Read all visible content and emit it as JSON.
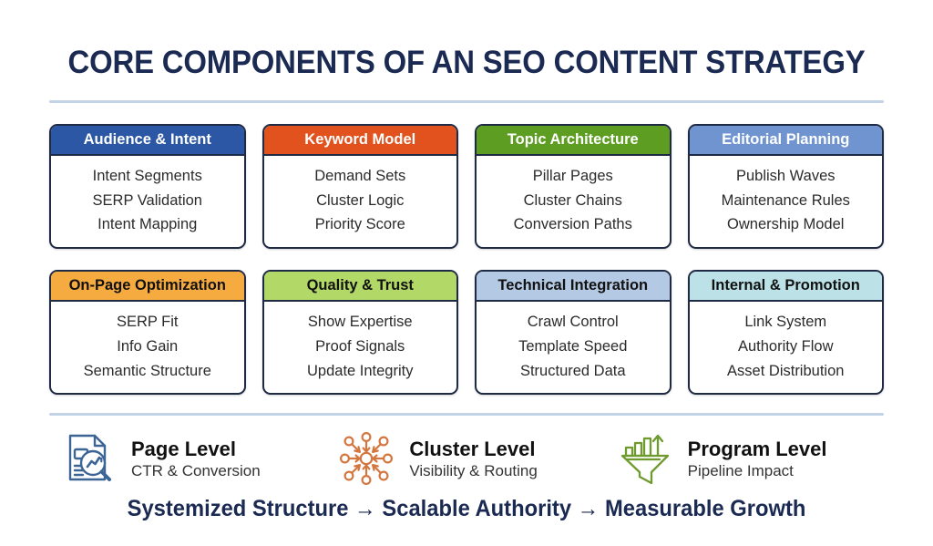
{
  "title": "CORE COMPONENTS OF AN SEO CONTENT STRATEGY",
  "colors": {
    "title_navy": "#1b2a52",
    "divider": "#c3d3e6",
    "card_border": "#1f2a44",
    "blue": "#2b57a5",
    "orange": "#e2521f",
    "green": "#5d9e22",
    "light_blue": "#6f94d0",
    "amber": "#f5ab3f",
    "light_green": "#b2d867",
    "steel_blue": "#b4c9e4",
    "cyan": "#bce2e8",
    "icon_blue": "#3c6596",
    "icon_orange": "#d4763f",
    "icon_green": "#6e9a2e"
  },
  "cards": [
    {
      "header": "Audience & Intent",
      "header_bg": "#2b57a5",
      "header_color": "#ffffff",
      "items": [
        "Intent Segments",
        "SERP Validation",
        "Intent Mapping"
      ]
    },
    {
      "header": "Keyword Model",
      "header_bg": "#e2521f",
      "header_color": "#ffffff",
      "items": [
        "Demand Sets",
        "Cluster Logic",
        "Priority Score"
      ]
    },
    {
      "header": "Topic Architecture",
      "header_bg": "#5d9e22",
      "header_color": "#ffffff",
      "items": [
        "Pillar Pages",
        "Cluster Chains",
        "Conversion Paths"
      ]
    },
    {
      "header": "Editorial Planning",
      "header_bg": "#6f94d0",
      "header_color": "#ffffff",
      "items": [
        "Publish Waves",
        "Maintenance Rules",
        "Ownership Model"
      ]
    },
    {
      "header": "On-Page Optimization",
      "header_bg": "#f5ab3f",
      "header_color": "#111111",
      "items": [
        "SERP Fit",
        "Info Gain",
        "Semantic Structure"
      ]
    },
    {
      "header": "Quality & Trust",
      "header_bg": "#b2d867",
      "header_color": "#111111",
      "items": [
        "Show Expertise",
        "Proof Signals",
        "Update Integrity"
      ]
    },
    {
      "header": "Technical Integration",
      "header_bg": "#b4c9e4",
      "header_color": "#111111",
      "items": [
        "Crawl Control",
        "Template Speed",
        "Structured Data"
      ]
    },
    {
      "header": "Internal & Promotion",
      "header_bg": "#bce2e8",
      "header_color": "#111111",
      "items": [
        "Link System",
        "Authority Flow",
        "Asset Distribution"
      ]
    }
  ],
  "legend": [
    {
      "icon": "document-magnifier-chart-icon",
      "title": "Page Level",
      "subtitle": "CTR & Conversion"
    },
    {
      "icon": "hub-network-nodes-icon",
      "title": "Cluster Level",
      "subtitle": "Visibility & Routing"
    },
    {
      "icon": "funnel-bar-chart-arrow-icon",
      "title": "Program Level",
      "subtitle": "Pipeline Impact"
    }
  ],
  "tagline": "Systemized Structure → Scalable Authority → Measurable Growth"
}
